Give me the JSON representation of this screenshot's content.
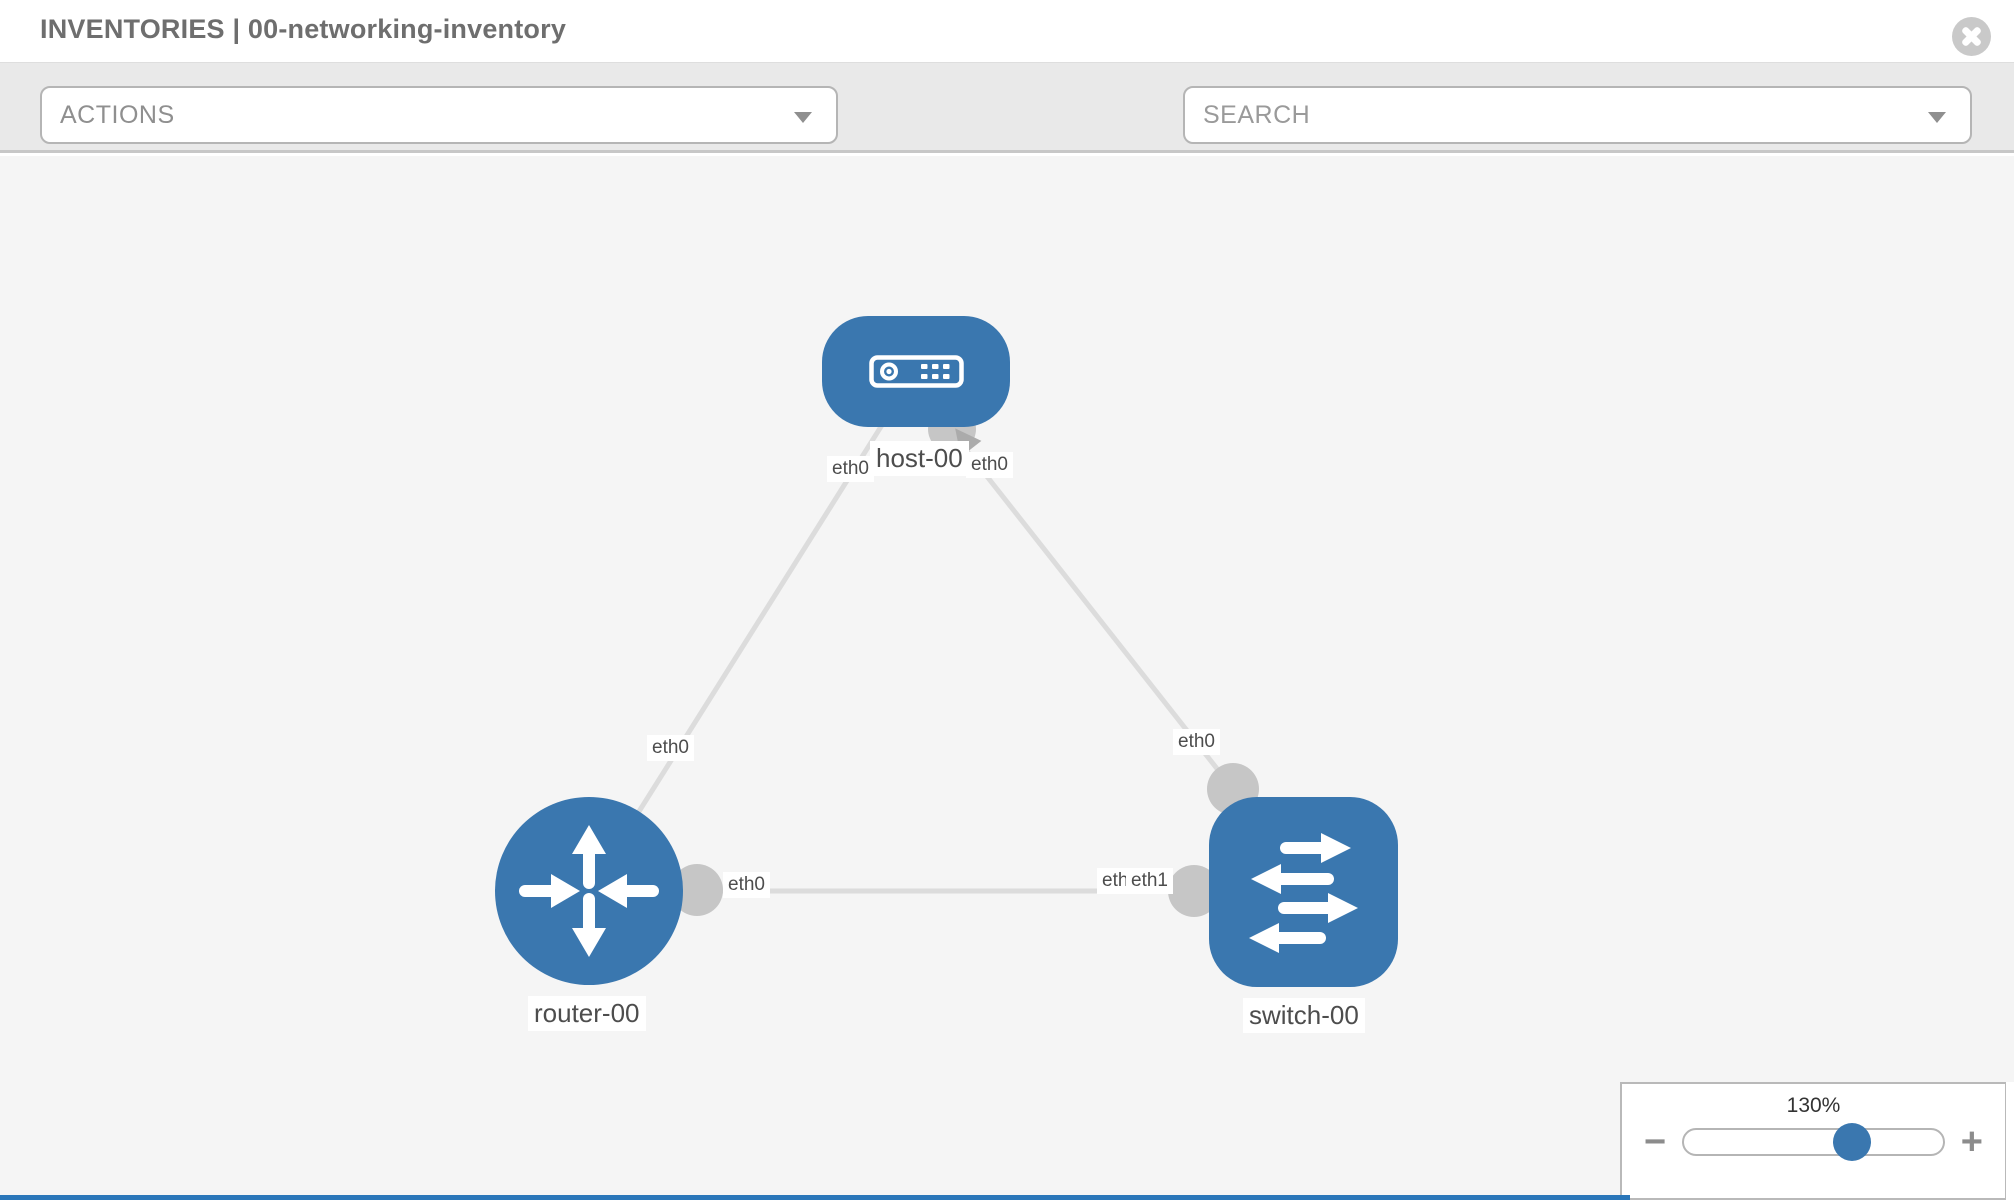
{
  "header": {
    "title": "INVENTORIES | 00-networking-inventory",
    "close_icon": "close-circle-icon"
  },
  "toolbar": {
    "actions_label": "ACTIONS",
    "search_placeholder": "SEARCH",
    "icons": [
      "wrench-icon",
      "key-icon"
    ]
  },
  "topology": {
    "nodes": [
      {
        "id": "host-00",
        "label": "host-00",
        "type": "host",
        "shape": "rounded-rect"
      },
      {
        "id": "router-00",
        "label": "router-00",
        "type": "router",
        "shape": "circle"
      },
      {
        "id": "switch-00",
        "label": "switch-00",
        "type": "switch",
        "shape": "rounded-square"
      }
    ],
    "links": [
      {
        "source": "host-00",
        "source_interface": "eth0",
        "target": "router-00",
        "target_interface": "eth0"
      },
      {
        "source": "host-00",
        "source_interface": "eth0",
        "target": "switch-00",
        "target_interface": "eth0"
      },
      {
        "source": "router-00",
        "source_interface": "eth0",
        "target": "switch-00",
        "target_interface": "eth1"
      }
    ],
    "interface_labels": {
      "host_left": "eth0",
      "host_right": "eth0",
      "router_top": "eth0",
      "router_right": "eth0",
      "switch_top": "eth0",
      "switch_left_under": "eth0",
      "switch_left_over": "eth1"
    }
  },
  "zoom_control": {
    "level": "130%",
    "minus_glyph": "−",
    "plus_glyph": "+",
    "slider_percent": 65
  },
  "colors": {
    "node_blue": "#3a77af",
    "link_gray": "#dcdcdc",
    "endpoint_gray": "#c6c6c6",
    "canvas_bg": "#f5f5f5",
    "toolbar_bg": "#e9e9e9",
    "bottom_bar_blue": "#2a76b9"
  }
}
